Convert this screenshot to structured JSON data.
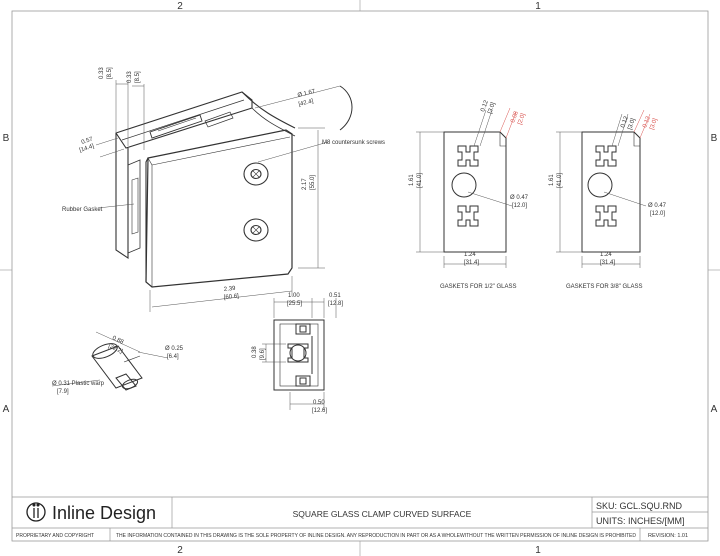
{
  "zones": {
    "top": [
      "2",
      "1"
    ],
    "bottom": [
      "2",
      "1"
    ],
    "side": [
      "B",
      "A"
    ]
  },
  "main_view": {
    "dims": [
      "0.33",
      "[8.5]",
      "0.33",
      "[8.5]",
      "0.57",
      "[14.4]",
      "Ø 1.67",
      "[42.4]",
      "2.17",
      "[55.0]",
      "2.39",
      "[60.6]"
    ],
    "labels": {
      "screws": "M8 countersunk screws",
      "gasket": "Rubber Gasket"
    }
  },
  "pin_view": {
    "dims": [
      "0.88",
      "[22.2]",
      "Ø 0.25",
      "[6.4]",
      "[7.9]"
    ],
    "label": "Ø 0.31 Plastic warp"
  },
  "section_view": {
    "dims": [
      "1.00",
      "[25.5]",
      "0.51",
      "[12.8]",
      "0.38",
      "[9.6]",
      "0.50",
      "[12.6]"
    ]
  },
  "gasket_half": {
    "dims": [
      "0.12",
      "[3.0]",
      "0.08",
      "[2.0]",
      "1.61",
      "[41.0]",
      "Ø 0.47",
      "[12.0]",
      "1.24",
      "[31.4]"
    ],
    "caption": "GASKETS FOR 1/2\" GLASS"
  },
  "gasket_3_8": {
    "dims": [
      "0.12",
      "[3.0]",
      "0.12",
      "[3.0]",
      "1.61",
      "[41.0]",
      "Ø 0.47",
      "[12.0]",
      "1.24",
      "[31.4]"
    ],
    "caption": "GASKETS FOR 3/8\" GLASS"
  },
  "title_block": {
    "company": "Inline Design",
    "title": "SQUARE GLASS CLAMP CURVED SURFACE",
    "sku": "SKU:  GCL.SQU.RND",
    "units": "UNITS: INCHES/[MM]",
    "proprietary": "PROPRIETARY AND COPYRIGHT",
    "notice": "THE INFORMATION CONTAINED IN THIS DRAWING IS THE SOLE PROPERTY OF INLINE DESIGN.  ANY REPRODUCTION IN PART OR AS A WHOLEWITHOUT THE WRITTEN PERMISSION OF INLINE DESIGN IS PROHIBITED",
    "revision": "REVISION:   1.01"
  },
  "colors": {
    "line": "#333333",
    "thin": "#555555",
    "red": "#d9534f",
    "border": "#999999"
  },
  "icons": [
    "inline-design-logo-icon"
  ]
}
